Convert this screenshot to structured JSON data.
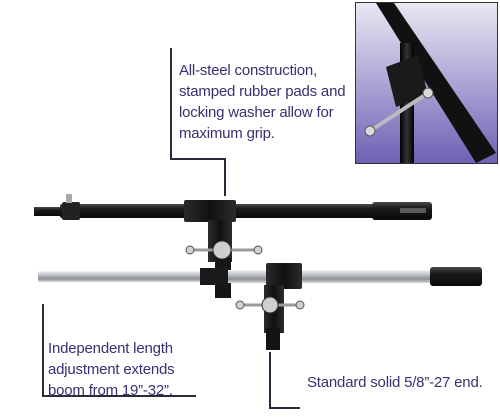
{
  "callouts": {
    "top": {
      "lines": [
        "All-steel construction,",
        "stamped rubber pads and",
        "locking washer allow for",
        "maximum grip."
      ]
    },
    "left": {
      "lines": [
        "Independent length",
        "adjustment extends",
        "boom from 19”-32”."
      ]
    },
    "right": {
      "lines": [
        "Standard solid 5/8”-27 end."
      ]
    }
  },
  "colors": {
    "callout_text": "#3a2f72",
    "leader_lines": "#2a2a3a",
    "black_boom": "#1c1c1c",
    "chrome_boom": "#c9cbcf",
    "inset_background": "#8a7fc4"
  },
  "icons": {
    "black_boom": "black-boom-arm-icon",
    "chrome_boom": "chrome-boom-arm-icon",
    "inset_clamp": "clamp-closeup-icon"
  }
}
